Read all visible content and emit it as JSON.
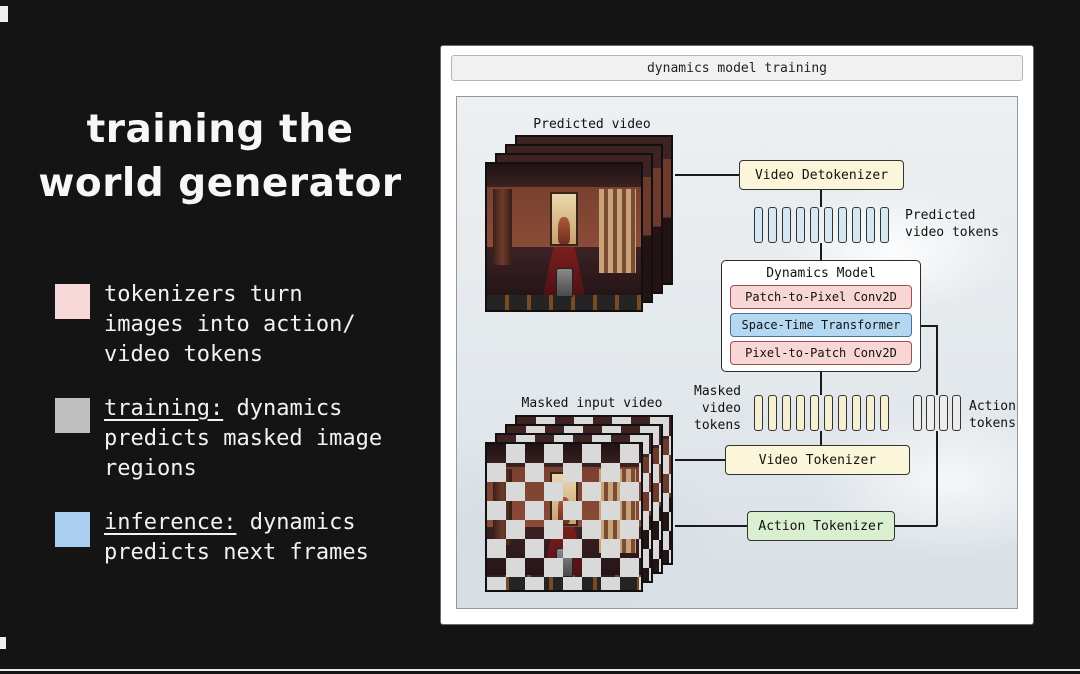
{
  "slide": {
    "title": "training the\nworld generator",
    "bullets": [
      {
        "swatch_color": "#f8d9d9",
        "prefix": "",
        "text": "tokenizers turn\nimages into action/\nvideo tokens"
      },
      {
        "swatch_color": "#bfbfbf",
        "prefix": "training:",
        "text": " dynamics\npredicts masked image\nregions"
      },
      {
        "swatch_color": "#a9ceef",
        "prefix": "inference:",
        "text": " dynamics\npredicts next frames"
      }
    ]
  },
  "diagram": {
    "header": "dynamics model training",
    "predicted_video_label": "Predicted video",
    "masked_input_label": "Masked input video",
    "boxes": {
      "video_detokenizer": "Video Detokenizer",
      "video_tokenizer": "Video Tokenizer",
      "action_tokenizer": "Action Tokenizer"
    },
    "dynamics_model": {
      "title": "Dynamics Model",
      "layers": [
        "Patch-to-Pixel Conv2D",
        "Space-Time Transformer",
        "Pixel-to-Patch Conv2D"
      ]
    },
    "labels": {
      "predicted_tokens": "Predicted\nvideo tokens",
      "masked_tokens": "Masked\nvideo\ntokens",
      "action_tokens": "Action\ntokens"
    },
    "colors": {
      "tokenizer_box": "#fbf6d9",
      "action_tokenizer_box": "#d9efcf",
      "conv_layer": "#f9d6d6",
      "transformer_layer": "#b5d8f2",
      "predicted_token_bar": "#d6e7f4",
      "masked_token_bar": "#f6efd2",
      "action_token_bar": "#ededed"
    }
  }
}
